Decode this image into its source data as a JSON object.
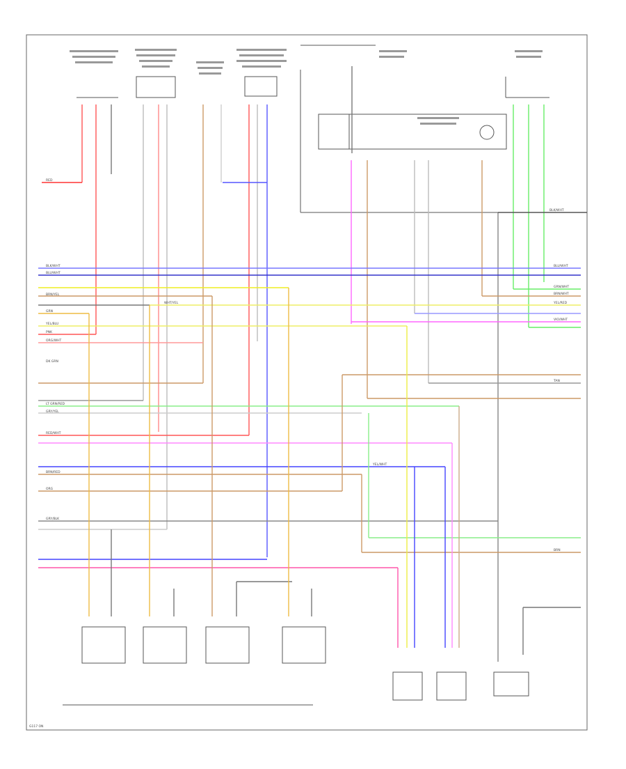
{
  "labels": {
    "row1_left": "RED",
    "row1_right": "BLK/WHT",
    "bus_blk_wht": "BLK/WHT",
    "bus_blu_wht": "BLU/WHT",
    "brn_yel": "BRN/YEL",
    "grn": "GRN",
    "wht_yel": "WHT/YEL",
    "pnk": "PNK",
    "ylw_blu": "YEL/BLU",
    "org_wht": "ORG/WHT",
    "vio_wht": "VIO/WHT",
    "ylw_red": "YEL/RED",
    "blu_wht_right": "BLU/WHT",
    "brn_wht": "BRN/WHT",
    "grn_wht": "GRN/WHT",
    "lt_grn_red": "LT GRN/RED",
    "gry_yel": "GRY/YEL",
    "red_wht": "RED/WHT",
    "brn_red": "BRN/RED",
    "org": "ORG",
    "gry_blk": "GRY/BLK",
    "dk_grn": "DK GRN",
    "ylw_wht_mid": "YEL/WHT",
    "brn": "BRN",
    "tan": "TAN",
    "footer": "G117 ON"
  }
}
